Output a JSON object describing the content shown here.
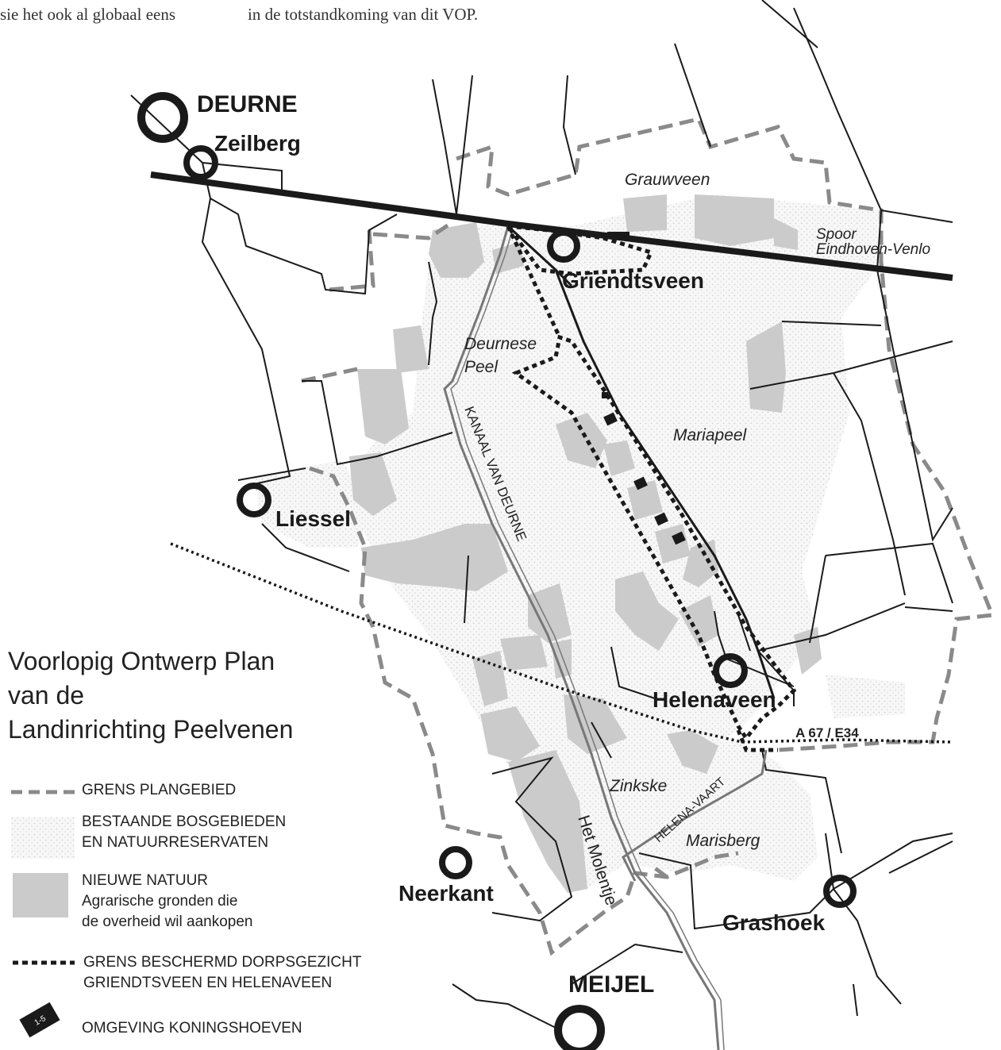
{
  "header": {
    "left_fragment": "sie het ook al globaal eens",
    "right_fragment": "in de totstandkoming van dit VOP."
  },
  "map": {
    "places": {
      "deurne": "DEURNE",
      "zeilberg": "Zeilberg",
      "griendtsveen": "Griendtsveen",
      "liessel": "Liessel",
      "helenaveen": "Helenaveen",
      "neerkant": "Neerkant",
      "grashoek": "Grashoek",
      "meijel": "MEIJEL"
    },
    "areas": {
      "grauwveen": "Grauwveen",
      "deurnese": "Deurnese",
      "peel": "Peel",
      "mariapeel": "Mariapeel",
      "zinkske": "Zinkske",
      "marisberg": "Marisberg"
    },
    "features": {
      "spoor": "Spoor",
      "spoor_line": "Eindhoven-Venlo",
      "kanaal": "KANAAL VAN DEURNE",
      "helena_vaart": "HELENA-VAART",
      "molentje": "Het Molentje",
      "highway": "A 67 / E34"
    }
  },
  "legend": {
    "title_lines": [
      "Voorlopig Ontwerp Plan",
      "van de",
      "Landinrichting Peelvenen"
    ],
    "items": [
      {
        "lines": [
          "GRENS PLANGEBIED"
        ]
      },
      {
        "lines": [
          "BESTAANDE BOSGEBIEDEN",
          "EN NATUURRESERVATEN"
        ]
      },
      {
        "lines": [
          "NIEUWE NATUUR",
          "Agrarische gronden die",
          "de overheid wil aankopen"
        ]
      },
      {
        "lines": [
          "GRENS BESCHERMD DORPSGEZICHT",
          "GRIENDTSVEEN EN HELENAVEEN"
        ]
      },
      {
        "lines": [
          "OMGEVING KONINGSHOEVEN"
        ]
      }
    ],
    "koningshoeven_badge": "1-5"
  },
  "colors": {
    "nieuwe_natuur": "#cbcbcb",
    "boundary_grey": "#8a8a8a",
    "ink": "#1a1a1a"
  }
}
